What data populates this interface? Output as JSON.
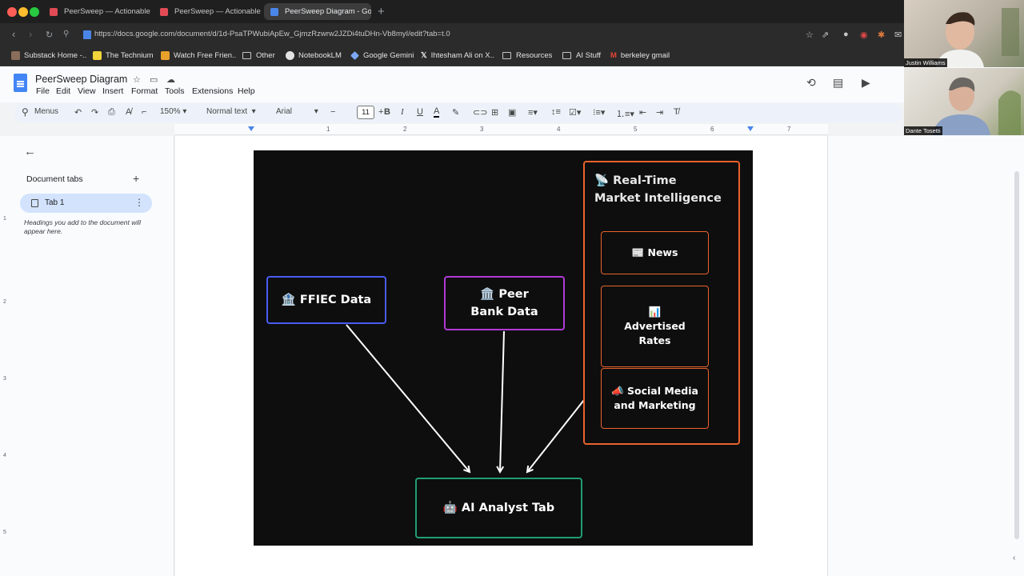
{
  "browser": {
    "tabs": [
      {
        "title": "PeerSweep — Actionable Ma",
        "active": false
      },
      {
        "title": "PeerSweep — Actionable Ma",
        "active": false
      },
      {
        "title": "PeerSweep Diagram - Goog",
        "active": true
      }
    ],
    "url": "https://docs.google.com/document/d/1d-PsaTPWubiApEw_GjmzRzwrw2JZDi4tuDHn-Vb8myI/edit?tab=t.0",
    "bookmarks": [
      {
        "label": "Substack Home -..",
        "icon": "substack-icon"
      },
      {
        "label": "The Technium",
        "icon": "technium-icon"
      },
      {
        "label": "Watch Free Frien..",
        "icon": "film-icon"
      },
      {
        "label": "Other",
        "icon": "folder-icon"
      },
      {
        "label": "NotebookLM",
        "icon": "notebooklm-icon"
      },
      {
        "label": "Google Gemini",
        "icon": "gemini-icon"
      },
      {
        "label": "Ihtesham Ali on X..",
        "icon": "x-icon"
      },
      {
        "label": "Resources",
        "icon": "folder-icon"
      },
      {
        "label": "AI Stuff",
        "icon": "folder-icon"
      },
      {
        "label": "berkeley gmail",
        "icon": "gmail-icon"
      }
    ]
  },
  "docs": {
    "title": "PeerSweep Diagram",
    "menu": [
      "File",
      "Edit",
      "View",
      "Insert",
      "Format",
      "Tools",
      "Extensions",
      "Help"
    ],
    "toolbar": {
      "search_label": "Menus",
      "zoom": "150%",
      "style": "Normal text",
      "font": "Arial",
      "font_size": "11"
    },
    "ruler_numbers": [
      "1",
      "2",
      "3",
      "4",
      "5",
      "6",
      "7"
    ],
    "left_ruler_numbers": [
      "1",
      "2",
      "3",
      "4",
      "5"
    ]
  },
  "sidebar": {
    "section_title": "Document tabs",
    "tab_label": "Tab 1",
    "hint": "Headings you add to the document will appear here."
  },
  "diagram": {
    "ffiec": "🏦 FFIEC Data",
    "peer_bank": "🏛️ Peer Bank Data",
    "realtime_title": "📡 Real-Time Market Intelligence",
    "news": "📰 News",
    "advertised_rates": "📊 Advertised Rates",
    "social_media": "📣 Social Media and Marketing",
    "ai_analyst": "🤖 AI Analyst Tab",
    "colors": {
      "ffiec": "#4a5cf0",
      "peer_bank": "#b03ad6",
      "realtime": "#e8622c",
      "ai_analyst": "#1f9e72",
      "arrow": "#ffffff"
    }
  },
  "video_call": {
    "participants": [
      "Justin Williams",
      "Dante Tosetti"
    ]
  }
}
